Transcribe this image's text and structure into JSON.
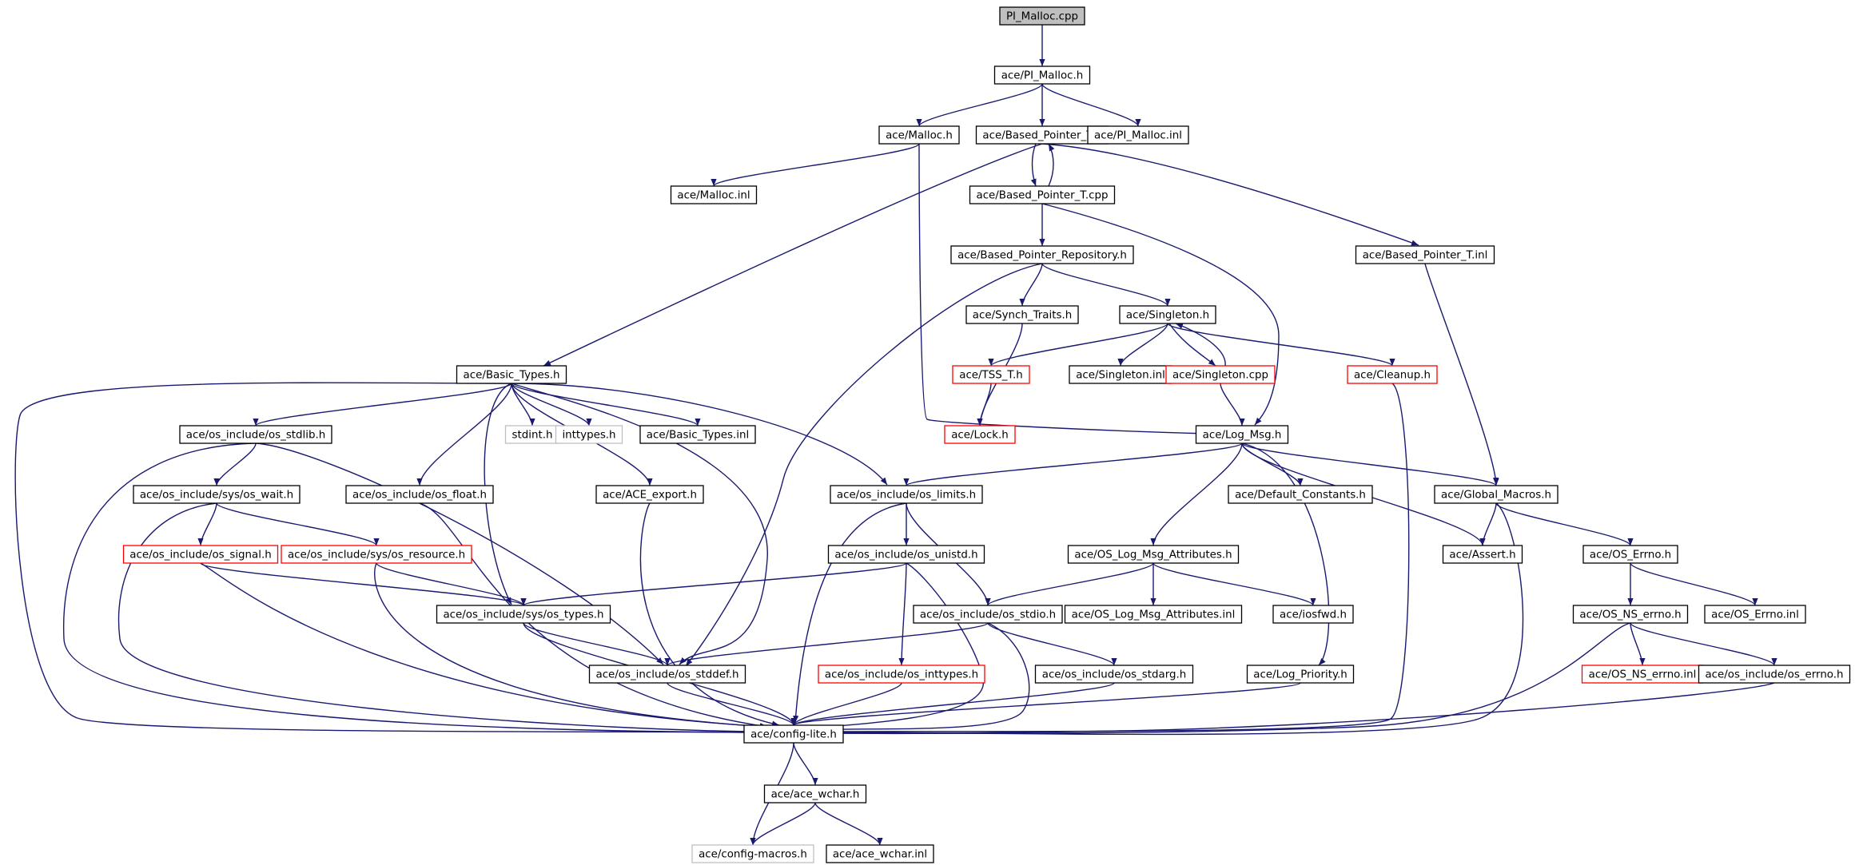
{
  "graph": {
    "title": "PI_Malloc.cpp include dependency graph",
    "colors": {
      "edge": "#191970",
      "root_fill": "#bfbfbf",
      "border_normal": "#000000",
      "border_truncated": "#ff0000",
      "border_external": "#bfbfbf",
      "text": "#000000"
    },
    "nodes": [
      {
        "id": "n0",
        "label": "PI_Malloc.cpp",
        "style": "root"
      },
      {
        "id": "n1",
        "label": "ace/PI_Malloc.h",
        "style": "normal"
      },
      {
        "id": "n2",
        "label": "ace/Malloc.h",
        "style": "normal"
      },
      {
        "id": "n3",
        "label": "ace/Based_Pointer_T.h",
        "style": "normal"
      },
      {
        "id": "n4",
        "label": "ace/PI_Malloc.inl",
        "style": "normal"
      },
      {
        "id": "n5",
        "label": "ace/Malloc.inl",
        "style": "normal"
      },
      {
        "id": "n6",
        "label": "ace/Based_Pointer_T.cpp",
        "style": "normal"
      },
      {
        "id": "n7",
        "label": "ace/Based_Pointer_Repository.h",
        "style": "normal"
      },
      {
        "id": "n8",
        "label": "ace/Based_Pointer_T.inl",
        "style": "normal"
      },
      {
        "id": "n9",
        "label": "ace/Synch_Traits.h",
        "style": "normal"
      },
      {
        "id": "n10",
        "label": "ace/Singleton.h",
        "style": "normal"
      },
      {
        "id": "n11",
        "label": "ace/Basic_Types.h",
        "style": "normal"
      },
      {
        "id": "n12",
        "label": "ace/TSS_T.h",
        "style": "truncated"
      },
      {
        "id": "n13",
        "label": "ace/Singleton.inl",
        "style": "normal"
      },
      {
        "id": "n14",
        "label": "ace/Singleton.cpp",
        "style": "truncated"
      },
      {
        "id": "n15",
        "label": "ace/Cleanup.h",
        "style": "truncated"
      },
      {
        "id": "n16",
        "label": "ace/os_include/os_stdlib.h",
        "style": "normal"
      },
      {
        "id": "n17",
        "label": "stdint.h",
        "style": "external"
      },
      {
        "id": "n18",
        "label": "inttypes.h",
        "style": "external"
      },
      {
        "id": "n19",
        "label": "ace/Basic_Types.inl",
        "style": "normal"
      },
      {
        "id": "n20",
        "label": "ace/Lock.h",
        "style": "truncated"
      },
      {
        "id": "n21",
        "label": "ace/Log_Msg.h",
        "style": "normal"
      },
      {
        "id": "n22",
        "label": "ace/os_include/sys/os_wait.h",
        "style": "normal"
      },
      {
        "id": "n23",
        "label": "ace/os_include/os_float.h",
        "style": "normal"
      },
      {
        "id": "n24",
        "label": "ace/ACE_export.h",
        "style": "normal"
      },
      {
        "id": "n25",
        "label": "ace/os_include/os_limits.h",
        "style": "normal"
      },
      {
        "id": "n26",
        "label": "ace/Default_Constants.h",
        "style": "normal"
      },
      {
        "id": "n27",
        "label": "ace/Global_Macros.h",
        "style": "normal"
      },
      {
        "id": "n28",
        "label": "ace/os_include/os_signal.h",
        "style": "truncated"
      },
      {
        "id": "n29",
        "label": "ace/os_include/sys/os_resource.h",
        "style": "truncated"
      },
      {
        "id": "n30",
        "label": "ace/os_include/os_unistd.h",
        "style": "normal"
      },
      {
        "id": "n31",
        "label": "ace/OS_Log_Msg_Attributes.h",
        "style": "normal"
      },
      {
        "id": "n32",
        "label": "ace/Assert.h",
        "style": "normal"
      },
      {
        "id": "n33",
        "label": "ace/OS_Errno.h",
        "style": "normal"
      },
      {
        "id": "n34",
        "label": "ace/os_include/sys/os_types.h",
        "style": "normal"
      },
      {
        "id": "n35",
        "label": "ace/os_include/os_stdio.h",
        "style": "normal"
      },
      {
        "id": "n36",
        "label": "ace/OS_Log_Msg_Attributes.inl",
        "style": "normal"
      },
      {
        "id": "n37",
        "label": "ace/iosfwd.h",
        "style": "normal"
      },
      {
        "id": "n38",
        "label": "ace/OS_NS_errno.h",
        "style": "normal"
      },
      {
        "id": "n39",
        "label": "ace/OS_Errno.inl",
        "style": "normal"
      },
      {
        "id": "n40",
        "label": "ace/os_include/os_stddef.h",
        "style": "normal"
      },
      {
        "id": "n41",
        "label": "ace/os_include/os_inttypes.h",
        "style": "truncated"
      },
      {
        "id": "n42",
        "label": "ace/os_include/os_stdarg.h",
        "style": "normal"
      },
      {
        "id": "n43",
        "label": "ace/Log_Priority.h",
        "style": "normal"
      },
      {
        "id": "n44",
        "label": "ace/OS_NS_errno.inl",
        "style": "truncated"
      },
      {
        "id": "n45",
        "label": "ace/os_include/os_errno.h",
        "style": "normal"
      },
      {
        "id": "n46",
        "label": "ace/config-lite.h",
        "style": "normal"
      },
      {
        "id": "n47",
        "label": "ace/ace_wchar.h",
        "style": "normal"
      },
      {
        "id": "n48",
        "label": "ace/config-macros.h",
        "style": "external"
      },
      {
        "id": "n49",
        "label": "ace/ace_wchar.inl",
        "style": "normal"
      }
    ],
    "edges": [
      [
        "n0",
        "n1"
      ],
      [
        "n1",
        "n2"
      ],
      [
        "n1",
        "n3"
      ],
      [
        "n1",
        "n4"
      ],
      [
        "n2",
        "n5"
      ],
      [
        "n2",
        "n21"
      ],
      [
        "n3",
        "n6"
      ],
      [
        "n6",
        "n3"
      ],
      [
        "n3",
        "n11"
      ],
      [
        "n3",
        "n8"
      ],
      [
        "n6",
        "n7"
      ],
      [
        "n6",
        "n21"
      ],
      [
        "n7",
        "n9"
      ],
      [
        "n7",
        "n10"
      ],
      [
        "n7",
        "n40"
      ],
      [
        "n9",
        "n20"
      ],
      [
        "n10",
        "n12"
      ],
      [
        "n10",
        "n13"
      ],
      [
        "n10",
        "n14"
      ],
      [
        "n14",
        "n10"
      ],
      [
        "n10",
        "n15"
      ],
      [
        "n12",
        "n20"
      ],
      [
        "n14",
        "n21"
      ],
      [
        "n15",
        "n46"
      ],
      [
        "n8",
        "n27"
      ],
      [
        "n11",
        "n16"
      ],
      [
        "n11",
        "n17"
      ],
      [
        "n11",
        "n18"
      ],
      [
        "n11",
        "n19"
      ],
      [
        "n11",
        "n23"
      ],
      [
        "n11",
        "n24"
      ],
      [
        "n11",
        "n25"
      ],
      [
        "n11",
        "n34"
      ],
      [
        "n11",
        "n40"
      ],
      [
        "n11",
        "n46"
      ],
      [
        "n16",
        "n22"
      ],
      [
        "n16",
        "n40"
      ],
      [
        "n16",
        "n46"
      ],
      [
        "n22",
        "n28"
      ],
      [
        "n22",
        "n29"
      ],
      [
        "n22",
        "n46"
      ],
      [
        "n28",
        "n34"
      ],
      [
        "n28",
        "n46"
      ],
      [
        "n29",
        "n34"
      ],
      [
        "n29",
        "n46"
      ],
      [
        "n23",
        "n46"
      ],
      [
        "n24",
        "n46"
      ],
      [
        "n21",
        "n25"
      ],
      [
        "n21",
        "n26"
      ],
      [
        "n21",
        "n27"
      ],
      [
        "n21",
        "n31"
      ],
      [
        "n21",
        "n43"
      ],
      [
        "n21",
        "n32"
      ],
      [
        "n25",
        "n30"
      ],
      [
        "n25",
        "n35"
      ],
      [
        "n25",
        "n46"
      ],
      [
        "n30",
        "n34"
      ],
      [
        "n30",
        "n41"
      ],
      [
        "n30",
        "n46"
      ],
      [
        "n31",
        "n35"
      ],
      [
        "n31",
        "n36"
      ],
      [
        "n31",
        "n37"
      ],
      [
        "n34",
        "n40"
      ],
      [
        "n34",
        "n46"
      ],
      [
        "n35",
        "n40"
      ],
      [
        "n35",
        "n42"
      ],
      [
        "n35",
        "n46"
      ],
      [
        "n40",
        "n46"
      ],
      [
        "n41",
        "n46"
      ],
      [
        "n42",
        "n46"
      ],
      [
        "n43",
        "n46"
      ],
      [
        "n27",
        "n32"
      ],
      [
        "n27",
        "n33"
      ],
      [
        "n27",
        "n46"
      ],
      [
        "n33",
        "n38"
      ],
      [
        "n33",
        "n39"
      ],
      [
        "n38",
        "n44"
      ],
      [
        "n38",
        "n45"
      ],
      [
        "n38",
        "n46"
      ],
      [
        "n45",
        "n46"
      ],
      [
        "n46",
        "n47"
      ],
      [
        "n46",
        "n48"
      ],
      [
        "n47",
        "n48"
      ],
      [
        "n47",
        "n49"
      ]
    ]
  }
}
